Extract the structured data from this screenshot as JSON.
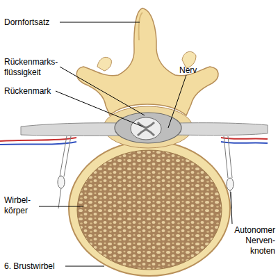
{
  "diagram": {
    "labels": [
      "Dornfortsatz",
      "Rückenmarks- flüssigkeit",
      "Rückenmark",
      "Nerv",
      "Wirbel- körper",
      "Autonomer Nerven- knoten",
      "6. Brustwirbel"
    ]
  }
}
